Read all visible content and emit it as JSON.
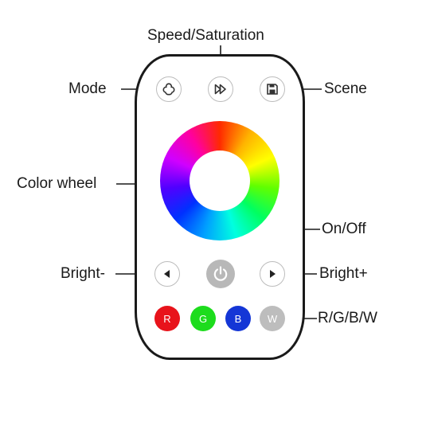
{
  "labels": {
    "speed_saturation": "Speed/Saturation",
    "mode": "Mode",
    "scene": "Scene",
    "color_wheel": "Color wheel",
    "on_off": "On/Off",
    "bright_minus": "Bright-",
    "bright_plus": "Bright+",
    "rgbw": "R/G/B/W"
  },
  "color_buttons": [
    {
      "label": "R",
      "color": "#e8131b"
    },
    {
      "label": "G",
      "color": "#1ddc1d"
    },
    {
      "label": "B",
      "color": "#1436d6"
    },
    {
      "label": "W",
      "color": "#bdbdbd"
    }
  ],
  "icons": {
    "mode": "mode-cloud-icon",
    "speed": "fast-forward-icon",
    "scene": "floppy-disk-icon",
    "power": "power-icon",
    "left": "left-arrow-icon",
    "right": "right-arrow-icon"
  },
  "colors": {
    "outline": "#1a1a1a",
    "button_border": "#bcbcbc",
    "power_button": "#b8b8b8"
  }
}
